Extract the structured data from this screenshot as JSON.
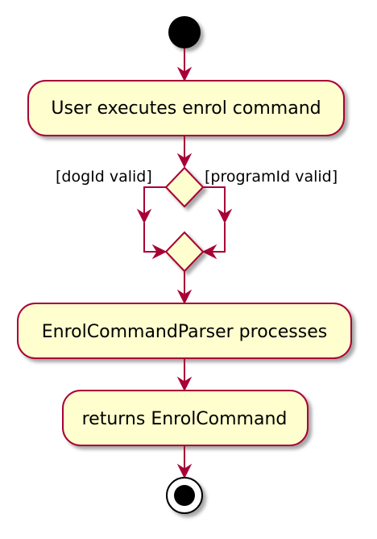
{
  "diagram": {
    "type": "uml-activity",
    "colors": {
      "node_fill": "#FEFECE",
      "stroke": "#A80036",
      "start_fill": "#000000",
      "shadow": "#b5b5b5"
    },
    "nodes": {
      "start": "start",
      "action_1": "User executes enrol command",
      "decision_split": "branch",
      "decision_merge": "merge",
      "action_2": "EnrolCommandParser processes",
      "action_3": "returns EnrolCommand",
      "end": "stop"
    },
    "guards": {
      "left": "[dogId valid]",
      "right": "[programId valid]"
    }
  }
}
